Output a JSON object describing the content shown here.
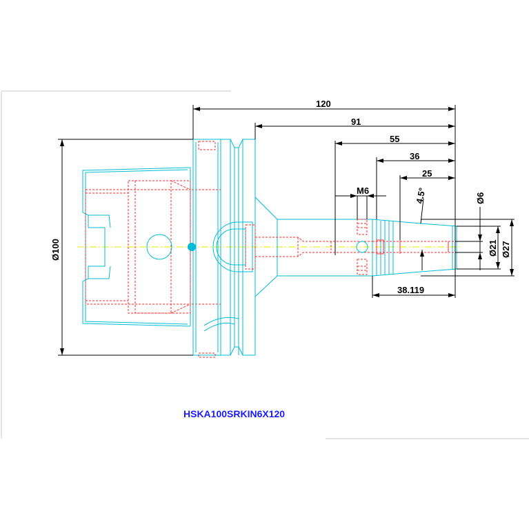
{
  "drawing": {
    "part_number": "HSKA100SRKIN6X120",
    "dimensions": {
      "overall_length": "120",
      "length_91": "91",
      "length_55": "55",
      "length_36": "36",
      "length_25": "25",
      "thread": "M6",
      "taper_angle": "4.5°",
      "bore_dia": "Ø6",
      "dia_21": "Ø21",
      "dia_27": "Ø27",
      "flange_dia": "Ø100",
      "length_38": "38.119"
    }
  }
}
